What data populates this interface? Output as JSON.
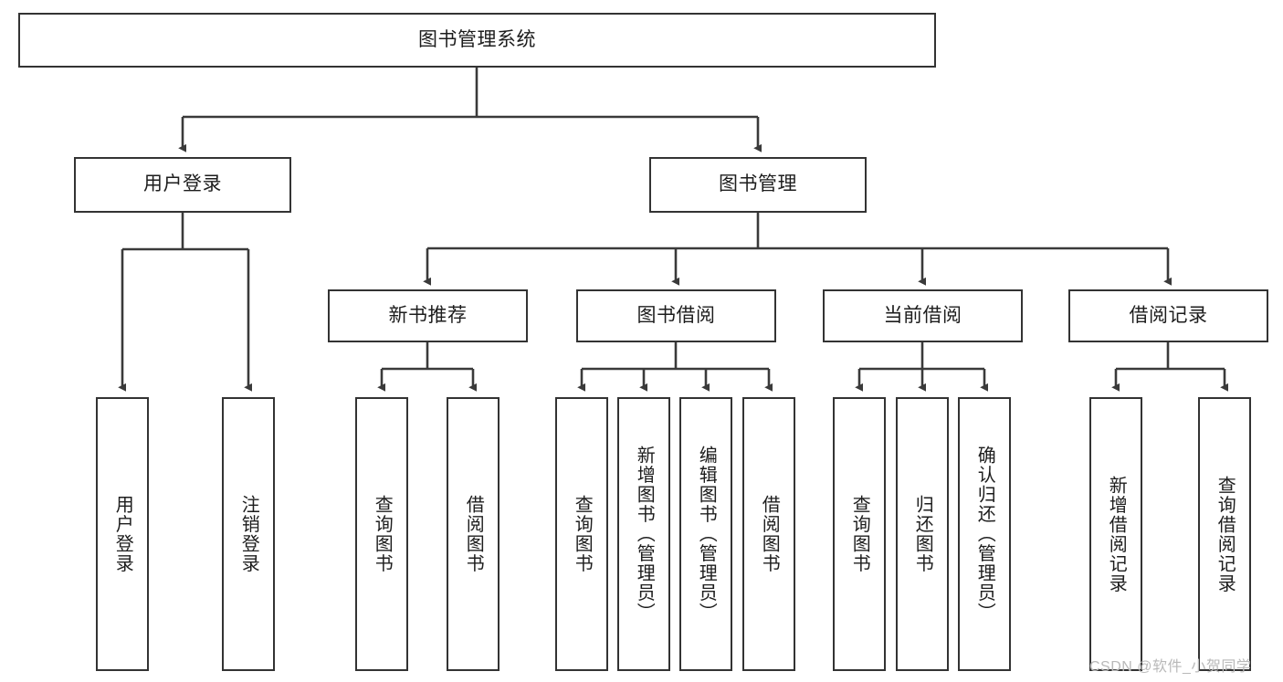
{
  "diagram": {
    "title_node": {
      "label": "图书管理系统"
    },
    "level2": [
      {
        "label": "用户登录"
      },
      {
        "label": "图书管理"
      }
    ],
    "level3": [
      {
        "label": "新书推荐"
      },
      {
        "label": "图书借阅"
      },
      {
        "label": "当前借阅"
      },
      {
        "label": "借阅记录"
      }
    ],
    "leaves": {
      "user_login": [
        {
          "label": "用户登录"
        },
        {
          "label": "注销登录"
        }
      ],
      "new_book_recommend": [
        {
          "label": "查询图书"
        },
        {
          "label": "借阅图书"
        }
      ],
      "book_borrow": [
        {
          "label": "查询图书"
        },
        {
          "label": "新增图书（管理员）"
        },
        {
          "label": "编辑图书（管理员）"
        },
        {
          "label": "借阅图书"
        }
      ],
      "current_borrow": [
        {
          "label": "查询图书"
        },
        {
          "label": "归还图书"
        },
        {
          "label": "确认归还（管理员）"
        }
      ],
      "borrow_record": [
        {
          "label": "新增借阅记录"
        },
        {
          "label": "查询借阅记录"
        }
      ]
    }
  },
  "watermark": {
    "text": "CSDN @软件_小贺同学"
  },
  "colors": {
    "background": "#ffffff",
    "box_border": "#333333",
    "box_fill": "#ffffff",
    "text": "#1d1d1d",
    "connector": "#3a3a3a",
    "watermark": "#b9b9b9"
  }
}
